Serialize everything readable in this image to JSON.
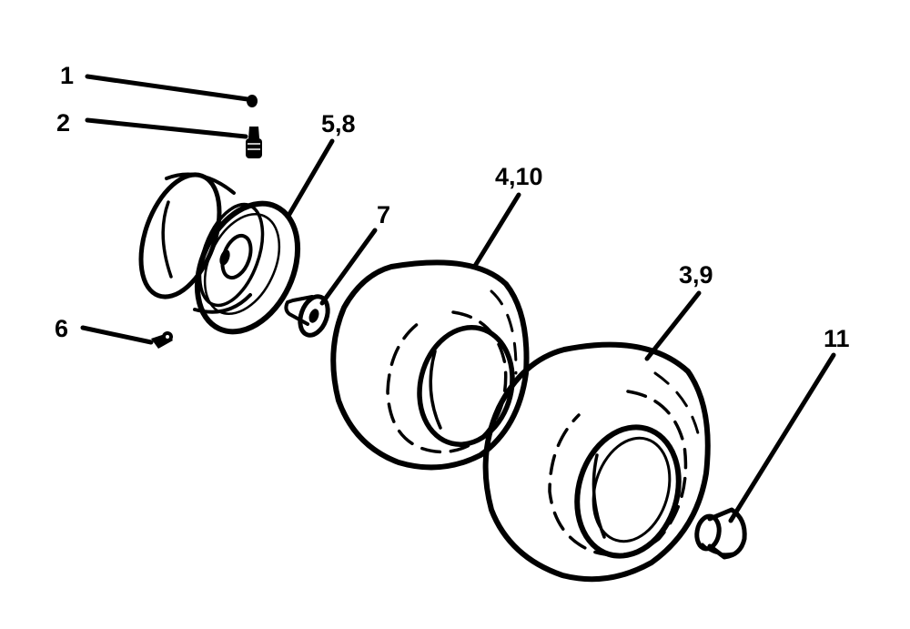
{
  "diagram": {
    "callouts": {
      "part_1": "1",
      "part_2": "2",
      "part_5_8": "5,8",
      "part_7": "7",
      "part_4_10": "4,10",
      "part_3_9": "3,9",
      "part_6": "6",
      "part_11": "11"
    }
  }
}
